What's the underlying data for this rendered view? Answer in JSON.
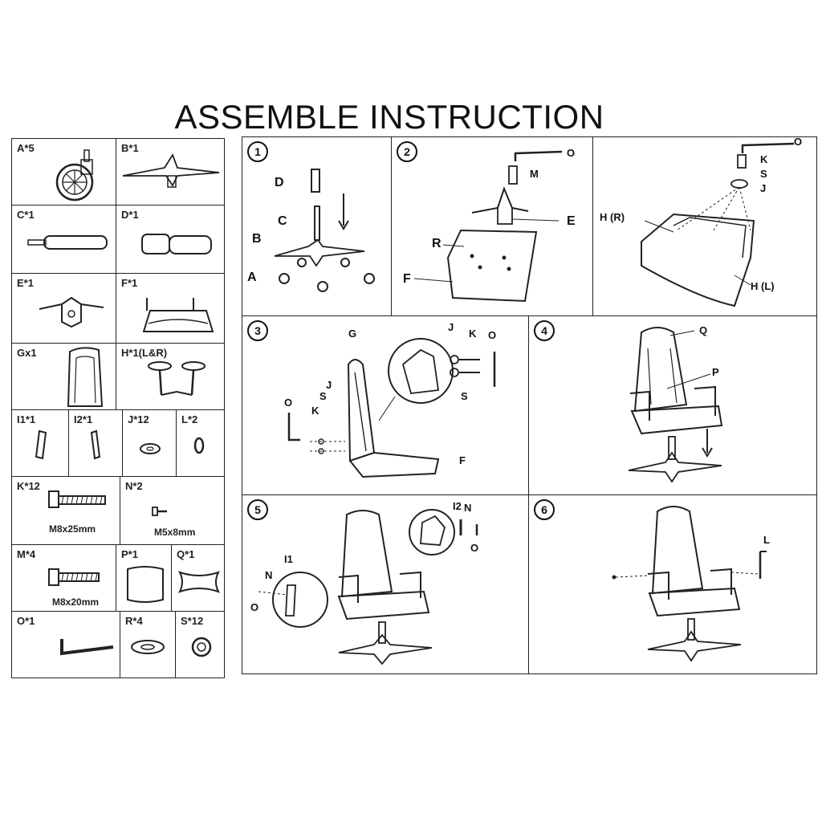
{
  "title": "ASSEMBLE INSTRUCTION",
  "parts": [
    {
      "id": "A",
      "label": "A*5"
    },
    {
      "id": "B",
      "label": "B*1"
    },
    {
      "id": "C",
      "label": "C*1"
    },
    {
      "id": "D",
      "label": "D*1"
    },
    {
      "id": "E",
      "label": "E*1"
    },
    {
      "id": "F",
      "label": "F*1"
    },
    {
      "id": "G",
      "label": "Gx1"
    },
    {
      "id": "H",
      "label": "H*1(L&R)"
    },
    {
      "id": "I1",
      "label": "I1*1"
    },
    {
      "id": "I2",
      "label": "I2*1"
    },
    {
      "id": "J",
      "label": "J*12"
    },
    {
      "id": "L",
      "label": "L*2"
    },
    {
      "id": "K",
      "label": "K*12",
      "size": "M8x25mm"
    },
    {
      "id": "N",
      "label": "N*2",
      "size": "M5x8mm"
    },
    {
      "id": "M",
      "label": "M*4",
      "size": "M8x20mm"
    },
    {
      "id": "P",
      "label": "P*1"
    },
    {
      "id": "Q",
      "label": "Q*1"
    },
    {
      "id": "O",
      "label": "O*1"
    },
    {
      "id": "R",
      "label": "R*4"
    },
    {
      "id": "S",
      "label": "S*12"
    }
  ],
  "steps": [
    {
      "number": "1",
      "callouts": [
        "D",
        "C",
        "B",
        "A"
      ]
    },
    {
      "number": "2",
      "callouts": [
        "O",
        "M",
        "E",
        "R",
        "F"
      ]
    },
    {
      "number": "",
      "callouts": [
        "O",
        "K",
        "S",
        "J",
        "H (R)",
        "H (L)"
      ]
    },
    {
      "number": "3",
      "callouts": [
        "G",
        "J",
        "K",
        "O",
        "S",
        "J",
        "K",
        "O",
        "F",
        "S"
      ]
    },
    {
      "number": "4",
      "callouts": [
        "Q",
        "P"
      ]
    },
    {
      "number": "5",
      "callouts": [
        "I2",
        "N",
        "O",
        "N",
        "I1",
        "O"
      ]
    },
    {
      "number": "6",
      "callouts": [
        "L"
      ]
    }
  ]
}
